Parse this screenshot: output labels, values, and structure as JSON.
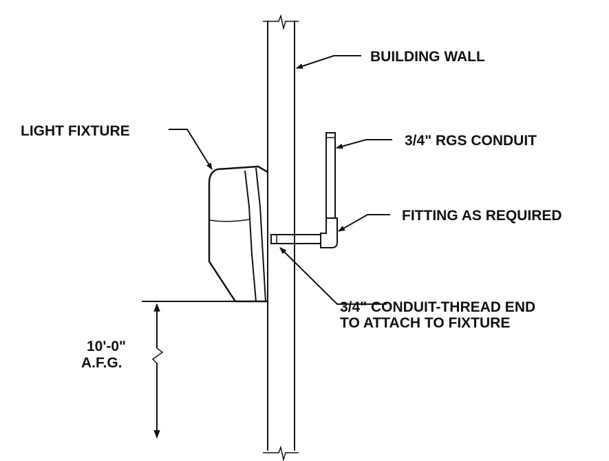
{
  "labels": {
    "building_wall": "BUILDING WALL",
    "light_fixture": "LIGHT FIXTURE",
    "rgs_conduit": "3/4\" RGS CONDUIT",
    "fitting": "FITTING AS REQUIRED",
    "conduit_thread_line1": "3/4\" CONDUIT-THREAD END",
    "conduit_thread_line2": "TO ATTACH TO FIXTURE",
    "height_line1": "10'-0\"",
    "height_line2": "A.F.G."
  },
  "colors": {
    "ink": "#111111",
    "background": "#ffffff"
  }
}
